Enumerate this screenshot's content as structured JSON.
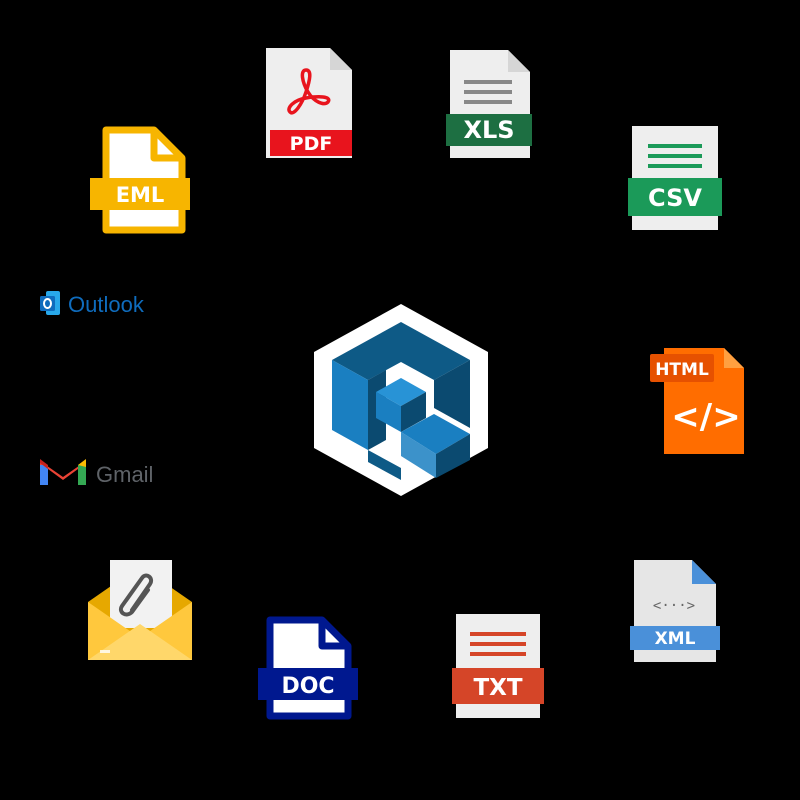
{
  "center_logo": {
    "name": "cube-logo-icon"
  },
  "formats": {
    "pdf": {
      "label": "PDF",
      "color": "#e8141d",
      "icon": "adobe-acrobat-icon"
    },
    "xls": {
      "label": "XLS",
      "color": "#1d6f42",
      "icon": "spreadsheet-lines-icon"
    },
    "csv": {
      "label": "CSV",
      "color": "#1b9a59",
      "icon": "spreadsheet-lines-icon"
    },
    "eml": {
      "label": "EML",
      "color": "#f7b500",
      "icon": "file-icon"
    },
    "html": {
      "label": "HTML",
      "color": "#ff6d00",
      "code": "</>",
      "icon": "code-brackets-icon"
    },
    "xml": {
      "label": "XML",
      "color": "#4a90d9",
      "code": "<···>",
      "icon": "code-tag-icon"
    },
    "txt": {
      "label": "TXT",
      "color": "#d54528",
      "icon": "text-lines-icon"
    },
    "doc": {
      "label": "DOC",
      "color": "#00188f",
      "icon": "file-icon"
    }
  },
  "providers": {
    "outlook": {
      "label": "Outlook",
      "color": "#0f6cbd",
      "icon": "outlook-logo-icon"
    },
    "gmail": {
      "label": "Gmail",
      "color": "#5f6368",
      "icon": "gmail-logo-icon"
    }
  },
  "attachment": {
    "icon": "envelope-paperclip-icon",
    "color": "#ffc83d"
  }
}
